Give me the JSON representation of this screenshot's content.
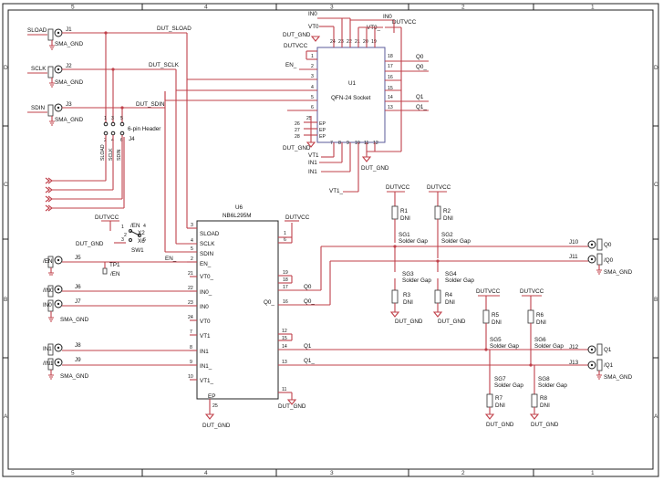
{
  "frame": {
    "col_labels": [
      "5",
      "4",
      "3",
      "2",
      "1"
    ],
    "row_labels": [
      "D",
      "C",
      "B",
      "A"
    ]
  },
  "nets": {
    "dut_sload": "DUT_SLOAD",
    "dut_sclk": "DUT_SCLK",
    "dut_sdin": "DUT_SDIN",
    "dut_gnd": "DUT_GND",
    "dutvcc": "DUTVCC",
    "sma_gnd": "SMA_GND",
    "in0": "IN0",
    "in0n": "IN0",
    "vt0": "VT0",
    "vt0n": "VT0_",
    "vt1": "VT1",
    "vt1n": "VT1_",
    "in1": "IN1",
    "en": "EN_",
    "q0": "Q0",
    "q0n": "Q0_",
    "q1": "Q1",
    "q1n": "Q1_",
    "slash_en": "/EN"
  },
  "connectors": [
    {
      "ref": "J1",
      "net": "SLOAD",
      "gnd": "SMA_GND"
    },
    {
      "ref": "J2",
      "net": "SCLK",
      "gnd": "SMA_GND"
    },
    {
      "ref": "J3",
      "net": "SDIN",
      "gnd": "SMA_GND"
    },
    {
      "ref": "J5",
      "net": "/EN"
    },
    {
      "ref": "J6",
      "net": "/IN0"
    },
    {
      "ref": "J7",
      "net": "IN0",
      "gnd": "SMA_GND"
    },
    {
      "ref": "J8",
      "net": "IN1"
    },
    {
      "ref": "J9",
      "net": "/IN1",
      "gnd": "SMA_GND"
    },
    {
      "ref": "J10",
      "net": "Q0"
    },
    {
      "ref": "J11",
      "net": "/Q0",
      "gnd": "SMA_GND"
    },
    {
      "ref": "J12",
      "net": "Q1"
    },
    {
      "ref": "J13",
      "net": "/Q1",
      "gnd": "SMA_GND"
    }
  ],
  "header_j4": {
    "ref": "J4",
    "title": "6-pin Header",
    "pin_top": [
      "1",
      "3",
      "5"
    ],
    "pin_bot": [
      "2",
      "4",
      "6"
    ],
    "nets": [
      "SLOAD",
      "SCLK",
      "SDIN"
    ]
  },
  "socket_u1": {
    "ref": "U1",
    "name": "QFN-24 Socket",
    "top_pins": [
      "24",
      "23",
      "22",
      "21",
      "20",
      "19"
    ],
    "left_pins": [
      "1",
      "2",
      "3",
      "4",
      "5",
      "6"
    ],
    "right_pins": [
      "18",
      "17",
      "16",
      "15",
      "14",
      "13"
    ],
    "bottom_pins": [
      "7",
      "8",
      "9",
      "10",
      "11",
      "12"
    ],
    "ep_pins": [
      "26",
      "27",
      "28"
    ],
    "ep_labels": [
      "EP",
      "EP",
      "EP"
    ],
    "pin_25": "25",
    "left_nets": [
      "EN_"
    ],
    "right_nets": [
      "Q0",
      "Q0_",
      "Q1",
      "Q1_"
    ]
  },
  "u6": {
    "ref": "U6",
    "part": "NB6L295M",
    "pins": [
      {
        "num": "3",
        "name": "SLOAD"
      },
      {
        "num": "4",
        "name": "SCLK"
      },
      {
        "num": "5",
        "name": "SDIN"
      },
      {
        "num": "2",
        "name": "EN_"
      },
      {
        "num": "21",
        "name": "VT0_"
      },
      {
        "num": "22",
        "name": "IN0_"
      },
      {
        "num": "23",
        "name": "IN0"
      },
      {
        "num": "24",
        "name": "VT0"
      },
      {
        "num": "7",
        "name": "VT1"
      },
      {
        "num": "8",
        "name": "IN1"
      },
      {
        "num": "9",
        "name": "IN1_"
      },
      {
        "num": "10",
        "name": "VT1_"
      }
    ],
    "right_pins": [
      "1",
      "6",
      "19",
      "18",
      "17",
      "16",
      "12",
      "15",
      "14",
      "13",
      "11"
    ],
    "out_q0": "Q0_",
    "ep_label": "EP",
    "ep_pin": "25"
  },
  "switch": {
    "ref": "SW1",
    "pins": [
      "1",
      "2",
      "3",
      "4",
      "6"
    ],
    "labels": [
      "/EN",
      "X2",
      "X6"
    ]
  },
  "testpoint": {
    "ref": "TP1",
    "net": "/EN"
  },
  "resistors": [
    {
      "ref": "R1",
      "val": "DNI"
    },
    {
      "ref": "R2",
      "val": "DNI"
    },
    {
      "ref": "R3",
      "val": "DNI"
    },
    {
      "ref": "R4",
      "val": "DNI"
    },
    {
      "ref": "R5",
      "val": "DNI"
    },
    {
      "ref": "R6",
      "val": "DNI"
    },
    {
      "ref": "R7",
      "val": "DNI"
    },
    {
      "ref": "R8",
      "val": "DNI"
    }
  ],
  "solder_gaps": {
    "refs": [
      "SG1",
      "SG2",
      "SG3",
      "SG4",
      "SG5",
      "SG6",
      "SG7",
      "SG8"
    ],
    "label": "Solder Gap"
  }
}
